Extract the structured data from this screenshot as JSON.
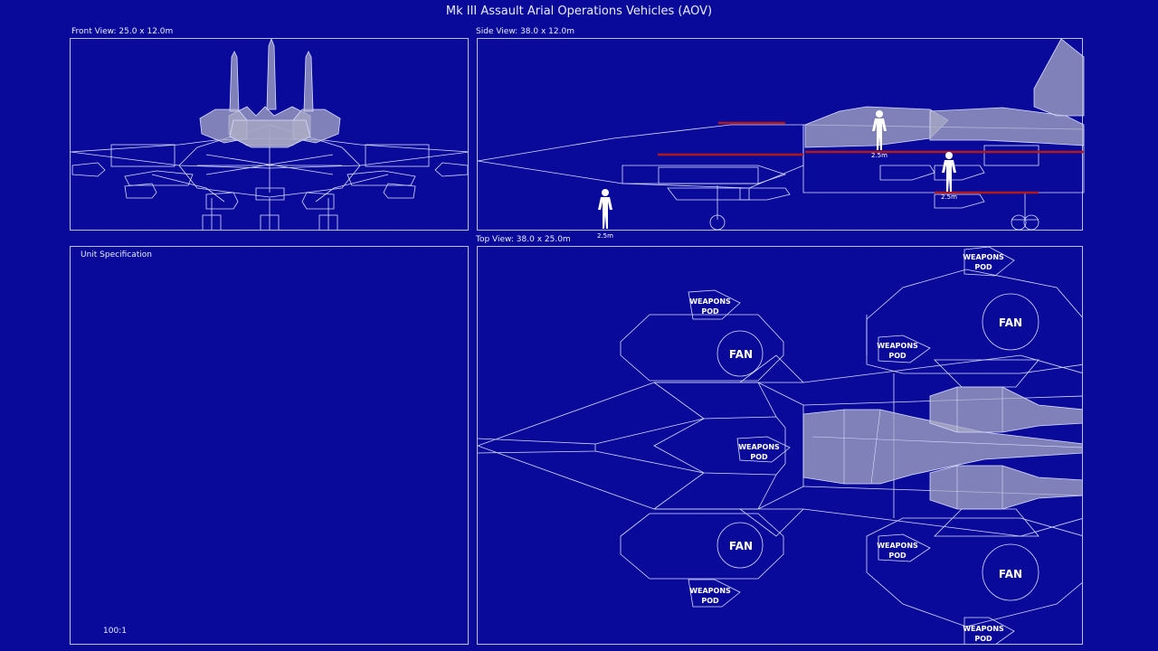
{
  "title": "Mk III Assault Arial Operations Vehicles (AOV)",
  "front_view": {
    "label": "Front View: 25.0 x 12.0m"
  },
  "side_view": {
    "label": "Side View: 38.0 x 12.0m",
    "figure_labels": [
      "2.5m",
      "2.5m",
      "2.5m"
    ]
  },
  "top_view": {
    "label": "Top View: 38.0 x 25.0m",
    "weapons_pod": [
      "WEAPONS",
      "POD"
    ],
    "fan": "FAN"
  },
  "unit_spec": {
    "label": "Unit Specification",
    "scale": "100:1"
  },
  "colors": {
    "background": "#0a0a9a",
    "line": "#d8dcff",
    "hull_fill": "#a9a9c4",
    "accent_red": "#b01a1a"
  }
}
